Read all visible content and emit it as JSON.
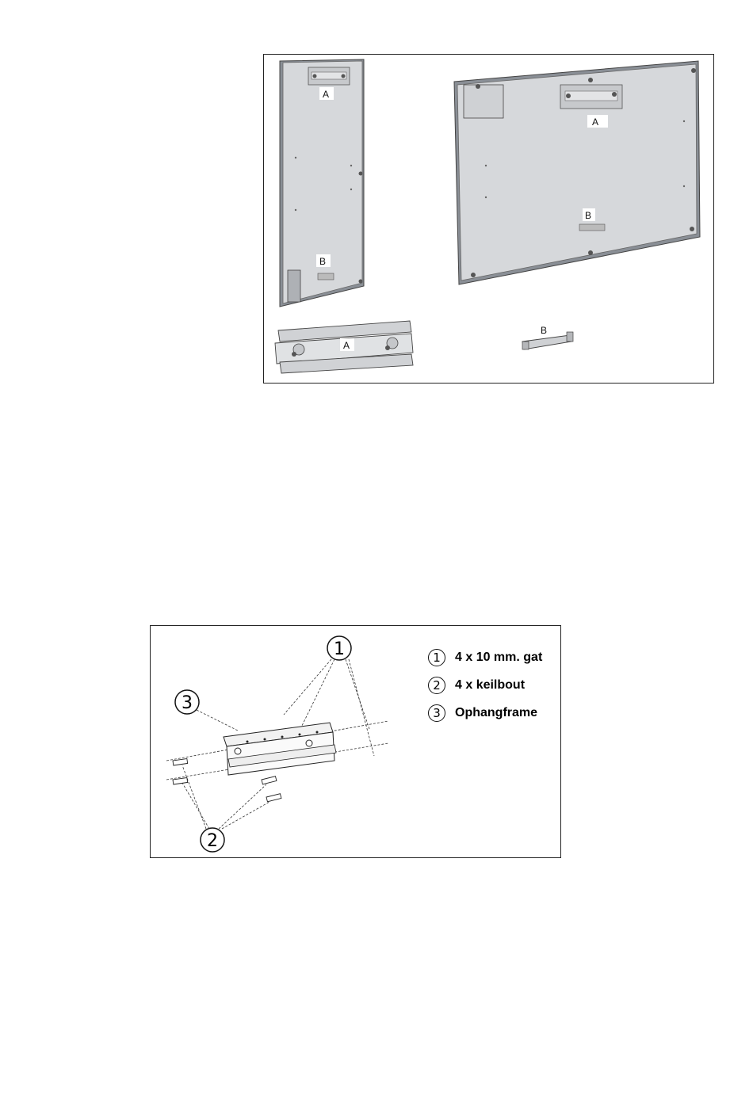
{
  "figure1": {
    "labels": {
      "a_portrait": "A",
      "b_portrait": "B",
      "a_landscape": "A",
      "b_landscape": "B",
      "a_bracket": "A",
      "b_handle": "B"
    }
  },
  "figure2": {
    "callouts": {
      "one": "1",
      "two": "2",
      "three": "3"
    },
    "legend": [
      {
        "num": "1",
        "text": "4 x 10 mm. gat"
      },
      {
        "num": "2",
        "text": "4 x keilbout"
      },
      {
        "num": "3",
        "text": "Ophangframe"
      }
    ]
  }
}
